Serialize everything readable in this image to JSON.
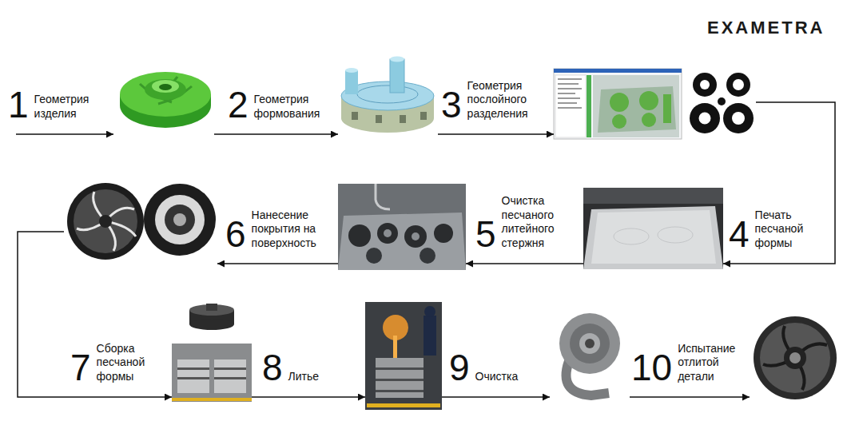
{
  "diagram": {
    "nodes": [
      {
        "text": [
          "1",
          "Геометрия изделия"
        ]
      },
      {
        "text": [
          "2",
          "Геометрия формования"
        ]
      },
      {
        "text": [
          "3",
          "Геометрия послойного разделения"
        ]
      },
      {
        "text": [
          "4",
          "Печать песчаной формы"
        ]
      },
      {
        "text": [
          "5",
          "Очистка песчаного литейного стержня"
        ]
      },
      {
        "text": [
          "6",
          "Нанесение покрытия на поверхность"
        ]
      },
      {
        "text": [
          "7",
          "Сборка песчаной формы"
        ]
      },
      {
        "text": [
          "8",
          "Литье"
        ]
      },
      {
        "text": [
          "9",
          "Очистка"
        ]
      },
      {
        "text": [
          "10",
          "Испытание отлитой детали"
        ]
      }
    ],
    "edges": [
      {
        "from": 0,
        "to": 1,
        "arrow": "to"
      },
      {
        "from": 1,
        "to": 2,
        "arrow": "to"
      },
      {
        "from": 2,
        "to": 3,
        "arrow": "to"
      },
      {
        "from": 3,
        "to": 4,
        "arrow": "to"
      },
      {
        "from": 4,
        "to": 5,
        "arrow": "to"
      },
      {
        "from": 5,
        "to": 6,
        "arrow": "to"
      },
      {
        "from": 6,
        "to": 7,
        "arrow": "to"
      },
      {
        "from": 7,
        "to": 8,
        "arrow": "to"
      },
      {
        "from": 8,
        "to": 9,
        "arrow": "to"
      }
    ],
    "labels": [
      "EXAMETRA"
    ]
  }
}
